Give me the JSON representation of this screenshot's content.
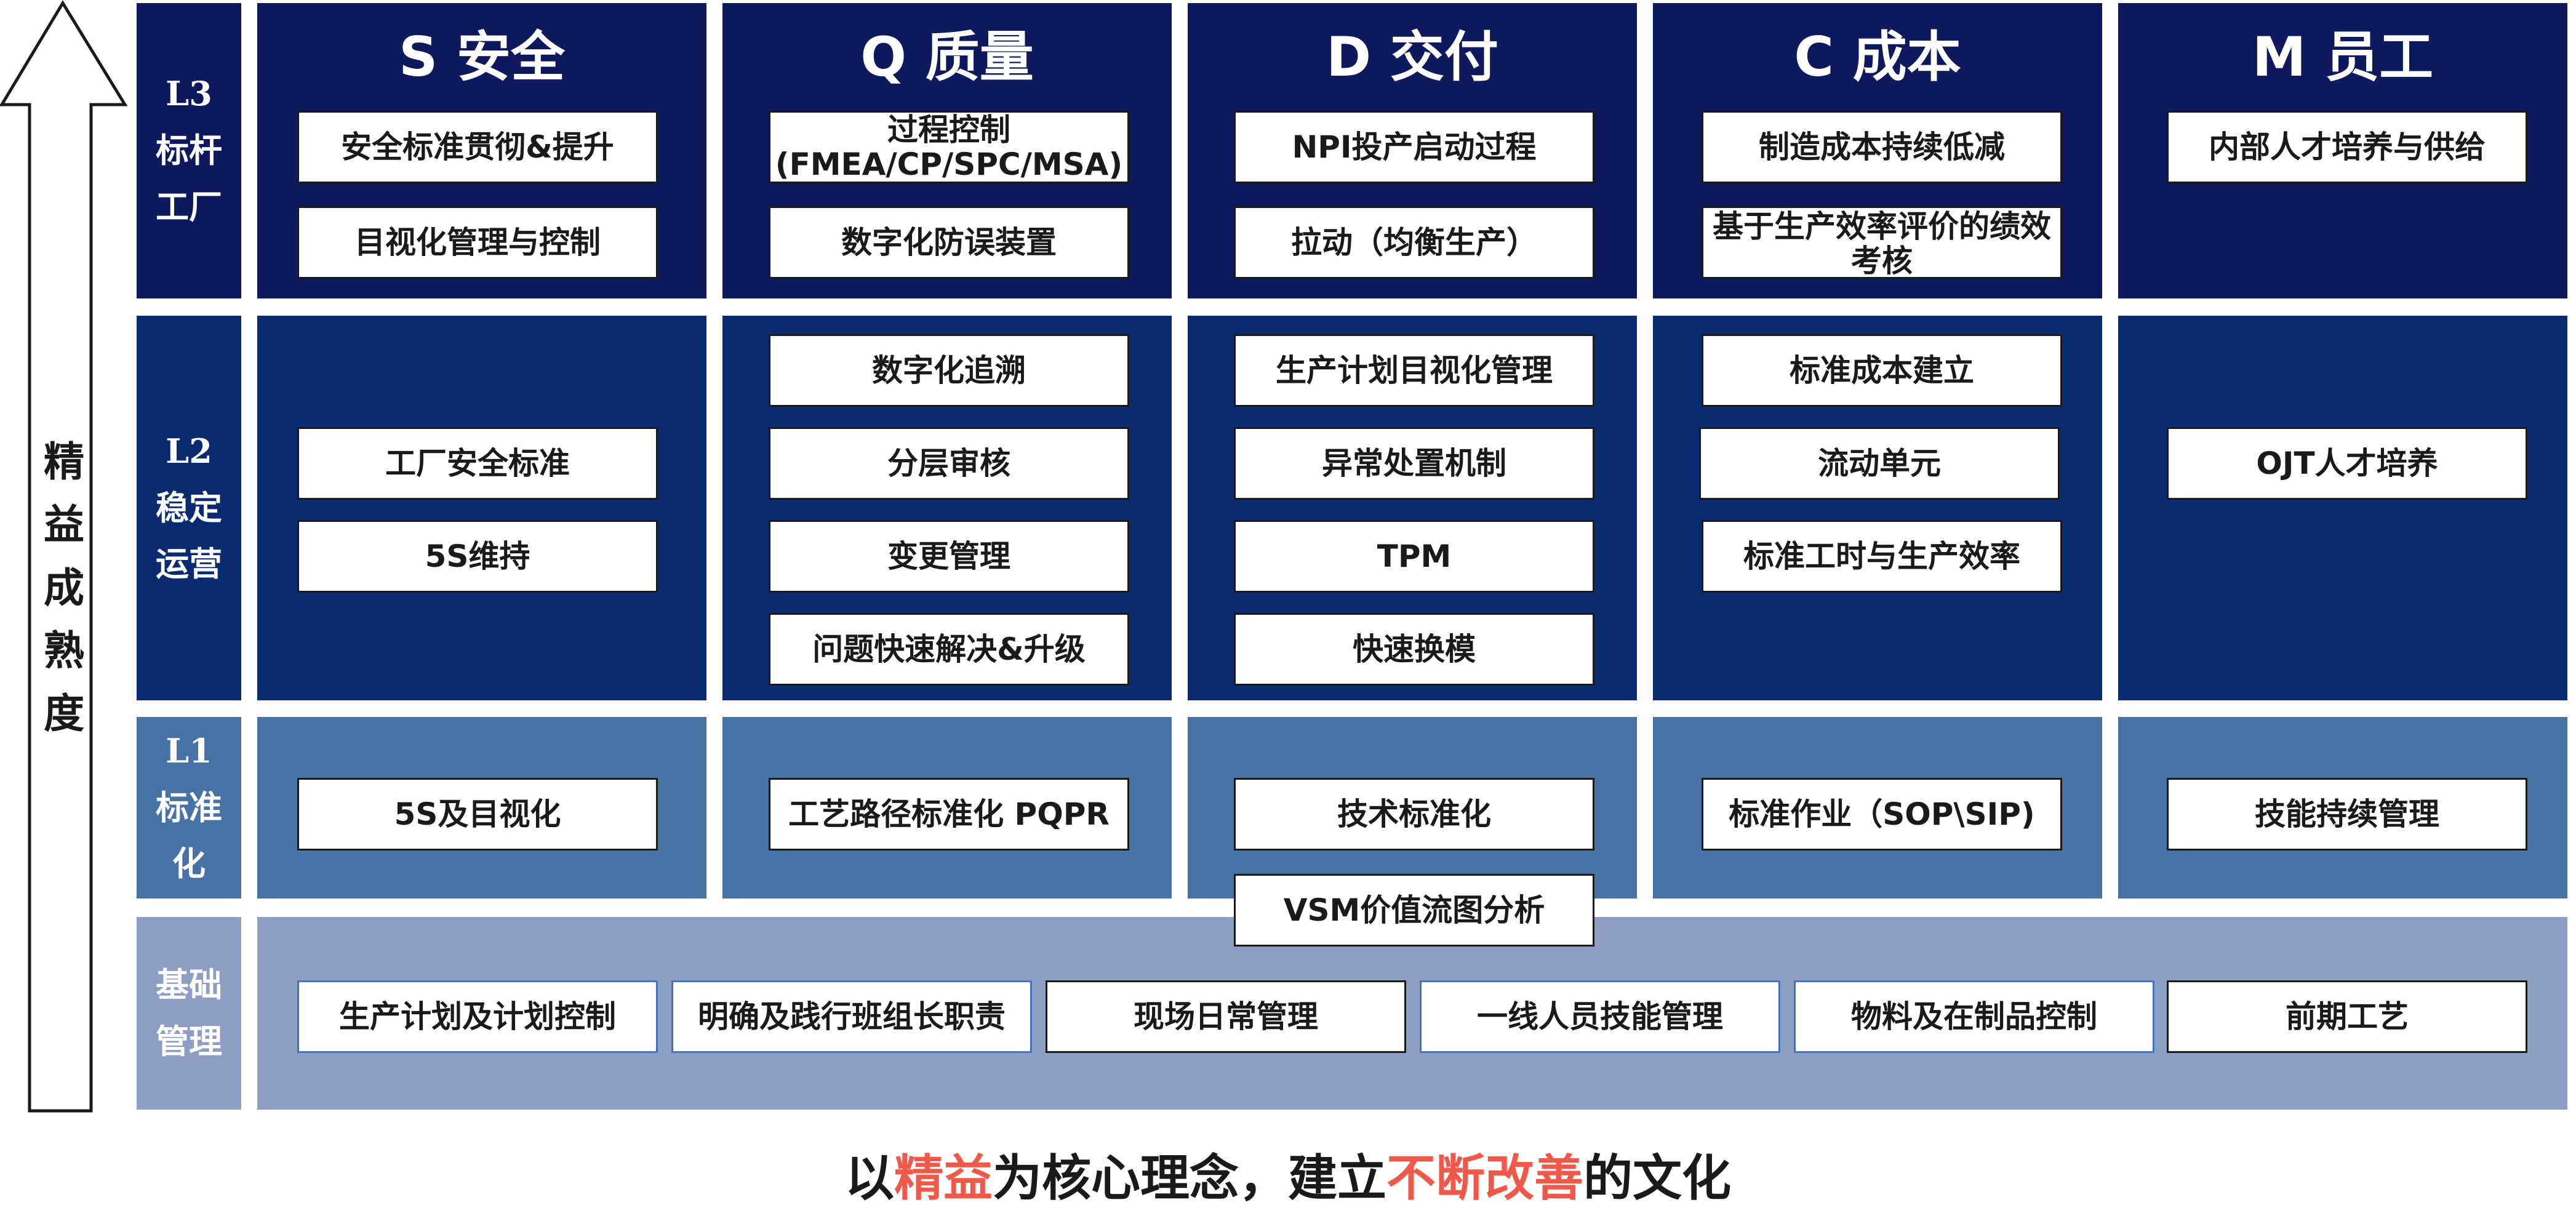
{
  "axis": {
    "label_chars": [
      "精",
      "益",
      "成",
      "熟",
      "度"
    ]
  },
  "rows": {
    "l3": {
      "level": "L3",
      "name_lines": [
        "标杆",
        "工厂"
      ]
    },
    "l2": {
      "level": "L2",
      "name_lines": [
        "稳定",
        "运营"
      ]
    },
    "l1": {
      "level": "L1",
      "name_lines": [
        "标准",
        "化"
      ]
    },
    "base": {
      "name_lines": [
        "基础",
        "管理"
      ]
    }
  },
  "columns": [
    {
      "title": "S 安全"
    },
    {
      "title": "Q 质量"
    },
    {
      "title": "D 交付"
    },
    {
      "title": "C 成本"
    },
    {
      "title": "M 员工"
    }
  ],
  "boxes": {
    "s": {
      "l3": [
        "安全标准贯彻&提升",
        "目视化管理与控制"
      ],
      "l2": [
        "工厂安全标准",
        "5S维持"
      ],
      "l1": [
        "5S及目视化"
      ]
    },
    "q": {
      "l3_1_line1": "过程控制",
      "l3_1_line2": "(FMEA/CP/SPC/MSA)",
      "l3": [
        "数字化防误装置"
      ],
      "l2": [
        "数字化追溯",
        "分层审核",
        "变更管理",
        "问题快速解决&升级"
      ],
      "l1": [
        "工艺路径标准化 PQPR"
      ]
    },
    "d": {
      "l3": [
        "NPI投产启动过程",
        "拉动（均衡生产）"
      ],
      "l2": [
        "生产计划目视化管理",
        "异常处置机制",
        "TPM",
        "快速换模"
      ],
      "l1": [
        "技术标准化",
        "VSM价值流图分析"
      ]
    },
    "c": {
      "l3": [
        "制造成本持续低减",
        "基于生产效率评价的绩效考核"
      ],
      "l2": [
        "标准成本建立",
        "流动单元",
        "标准工时与生产效率"
      ],
      "l1": [
        "标准作业（SOP\\SIP)"
      ]
    },
    "m": {
      "l3": [
        "内部人才培养与供给"
      ],
      "l2": [
        "OJT人才培养"
      ],
      "l1": [
        "技能持续管理"
      ]
    },
    "base": [
      "生产计划及计划控制",
      "明确及践行班组长职责",
      "现场日常管理",
      "一线人员技能管理",
      "物料及在制品控制",
      "前期工艺"
    ]
  },
  "caption": {
    "p1": "以",
    "hl1": "精益",
    "p2": "为核心理念，建立",
    "hl2": "不断改善",
    "p3": "的文化"
  },
  "colors": {
    "l3": "#0f1a5e",
    "l2": "#0a2a72",
    "l1": "#4672a6",
    "base": "#8e9dc3",
    "highlight": "#f0584a"
  }
}
